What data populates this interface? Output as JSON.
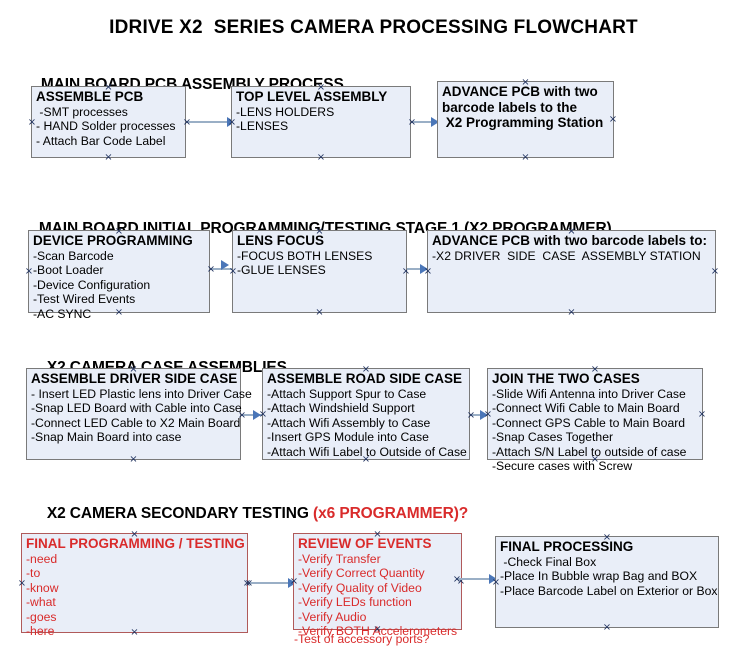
{
  "document": {
    "title": "IDRIVE X2  SERIES CAMERA PROCESSING FLOWCHART"
  },
  "sections": [
    {
      "id": "main-board-pcb-assembly",
      "heading": "MAIN BOARD PCB ASSEMBLY PROCESS",
      "heading_accent": ""
    },
    {
      "id": "main-board-initial-programming",
      "heading": "MAIN BOARD INITIAL PROGRAMMING/TESTING STAGE 1 (X2 PROGRAMMER)",
      "heading_accent": ""
    },
    {
      "id": "x2-camera-case-assemblies",
      "heading": "X2 CAMERA CASE ASSEMBLIES",
      "heading_accent": ""
    },
    {
      "id": "x2-camera-secondary-testing",
      "heading": "X2 CAMERA SECONDARY TESTING ",
      "heading_accent": "(x6 PROGRAMMER)?"
    }
  ],
  "nodes": {
    "assemble_pcb": {
      "title": "ASSEMBLE PCB",
      "lines": [
        " -SMT processes",
        "- HAND Solder processes",
        "- Attach Bar Code Label"
      ]
    },
    "top_level_assembly": {
      "title": "TOP LEVEL ASSEMBLY",
      "lines": [
        "-LENS HOLDERS",
        "-LENSES"
      ]
    },
    "advance_pcb_programming_station": {
      "title": "ADVANCE PCB with two",
      "lines": [
        "barcode labels to the",
        " X2 Programming Station"
      ]
    },
    "device_programming": {
      "title": "DEVICE PROGRAMMING",
      "lines": [
        "-Scan Barcode",
        "-Boot Loader",
        "-Device Configuration",
        "-Test Wired Events",
        "-AC SYNC"
      ]
    },
    "lens_focus": {
      "title": "LENS FOCUS",
      "lines": [
        "-FOCUS BOTH LENSES",
        "-GLUE LENSES"
      ]
    },
    "advance_pcb_driver_side": {
      "title": "ADVANCE PCB with two barcode labels to:",
      "lines": [
        "-X2 DRIVER  SIDE  CASE  ASSEMBLY STATION"
      ]
    },
    "assemble_driver_side_case": {
      "title": "ASSEMBLE DRIVER SIDE CASE",
      "lines": [
        "- Insert LED Plastic lens into Driver Case",
        "-Snap LED Board with Cable into Case",
        "-Connect LED Cable to X2 Main Board",
        "-Snap Main Board into case"
      ]
    },
    "assemble_road_side_case": {
      "title": "ASSEMBLE ROAD SIDE CASE",
      "lines": [
        "-Attach Support Spur to Case",
        "-Attach Windshield Support",
        "-Attach Wifi Assembly to Case",
        "-Insert GPS Module into Case",
        "-Attach Wifi Label to Outside of Case"
      ]
    },
    "join_the_two_cases": {
      "title": "JOIN THE TWO CASES",
      "lines": [
        "-Slide Wifi Antenna into Driver Case",
        "-Connect Wifi Cable to Main Board",
        "-Connect GPS Cable to Main Board",
        "-Snap Cases Together",
        "-Attach S/N Label to outside of case",
        "-Secure cases with Screw"
      ]
    },
    "final_programming_testing": {
      "title": "FINAL PROGRAMMING / TESTING",
      "lines": [
        "-need",
        "-to",
        "-know",
        "-what",
        "-goes",
        "-here"
      ]
    },
    "review_of_events": {
      "title": "REVIEW OF EVENTS",
      "lines": [
        "-Verify Transfer",
        "-Verify Correct Quantity",
        "-Verify Quality of Video",
        "-Verify LEDs function",
        "-Verify Audio",
        "-Verify BOTH Accelerometers"
      ],
      "overflow_line": "-Test of accessory ports?"
    },
    "final_processing": {
      "title": "FINAL PROCESSING",
      "lines": [
        " -Check Final Box",
        "-Place In Bubble wrap Bag and BOX",
        "-Place Barcode Label on Exterior or Box"
      ]
    }
  },
  "colors": {
    "node_fill": "#e9eef8",
    "node_border": "#7a7a7a",
    "red_text": "#d92b2b",
    "connector_line": "#9aafc6",
    "connector_arrow": "#4a76b8"
  }
}
